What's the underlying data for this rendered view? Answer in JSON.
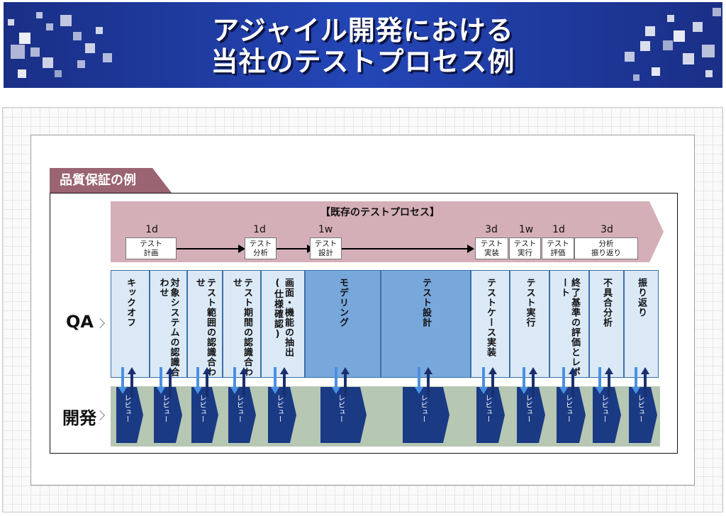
{
  "title": {
    "line1": "アジャイル開発における",
    "line2": "当社のテストプロセス例"
  },
  "section_label": "品質保証の例",
  "process": {
    "title": "【既存のテストプロセス】",
    "durations": [
      "1d",
      "1d",
      "1w",
      "3d",
      "1w",
      "1d",
      "3d"
    ],
    "steps": [
      {
        "line1": "テスト",
        "line2": "計画"
      },
      {
        "line1": "テスト",
        "line2": "分析"
      },
      {
        "line1": "テスト",
        "line2": "設計"
      },
      {
        "line1": "テスト",
        "line2": "実装"
      },
      {
        "line1": "テスト",
        "line2": "実行"
      },
      {
        "line1": "テスト",
        "line2": "評価"
      },
      {
        "line1": "分析",
        "line2": "振り返り"
      }
    ]
  },
  "lanes": {
    "qa": "QA",
    "dev": "開発"
  },
  "qa_tasks": [
    {
      "line1": "キックオフ",
      "line2": ""
    },
    {
      "line1": "対象システムの",
      "line2": "認識合わせ"
    },
    {
      "line1": "テスト範囲の",
      "line2": "認識合わせ"
    },
    {
      "line1": "テスト期間の",
      "line2": "認識合わせ"
    },
    {
      "line1": "画面・機能の抽出",
      "line2": "(仕様確認)"
    },
    {
      "line1": "モデリング",
      "line2": ""
    },
    {
      "line1": "テスト設計",
      "line2": ""
    },
    {
      "line1": "テストケース実装",
      "line2": ""
    },
    {
      "line1": "テスト実行",
      "line2": ""
    },
    {
      "line1": "終了基準の",
      "line2": "評価とレポート"
    },
    {
      "line1": "不具合分析",
      "line2": ""
    },
    {
      "line1": "振り返り",
      "line2": ""
    }
  ],
  "review_label": "レビュー",
  "colors": {
    "header": "#2346b7",
    "band": "#d5afb8",
    "tab": "#9a6472",
    "qa_light": "#dbe9f7",
    "qa_dark": "#78a7dc",
    "review": "#1a3a84",
    "dev_band": "#b6c7b3"
  }
}
